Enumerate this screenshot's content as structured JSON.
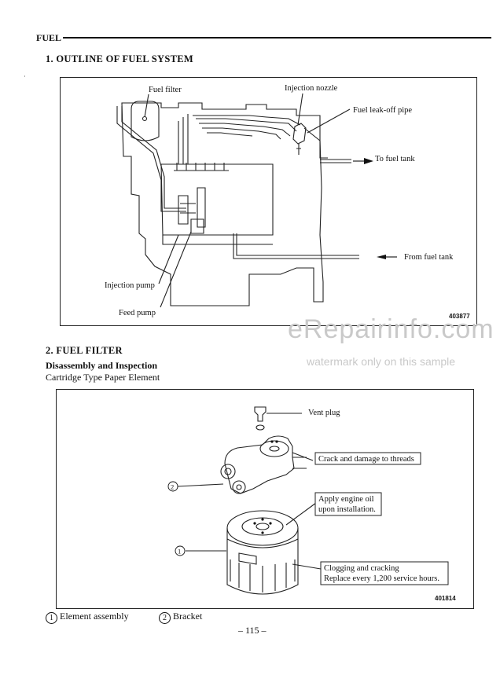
{
  "header": {
    "section": "FUEL"
  },
  "section1": {
    "title": "1.  OUTLINE OF FUEL SYSTEM",
    "labels": {
      "fuel_filter": "Fuel filter",
      "injection_nozzle": "Injection nozzle",
      "fuel_leak_off_pipe": "Fuel leak-off pipe",
      "to_fuel_tank": "To fuel tank",
      "from_fuel_tank": "From fuel tank",
      "injection_pump": "Injection pump",
      "feed_pump": "Feed pump"
    },
    "figure_number": "403877"
  },
  "section2": {
    "title": "2.  FUEL FILTER",
    "subtitle": "Disassembly and Inspection",
    "subtitle2": "Cartridge Type Paper Element",
    "labels": {
      "vent_plug": "Vent plug",
      "crack_damage": "Crack and damage to threads",
      "apply_oil_1": "Apply engine oil",
      "apply_oil_2": "upon installation.",
      "clogging_1": "Clogging and cracking",
      "clogging_2": "Replace every 1,200 service hours.",
      "callout_2": "2",
      "callout_1": "1"
    },
    "figure_number": "401814"
  },
  "captions": [
    {
      "num": "1",
      "text": "Element assembly"
    },
    {
      "num": "2",
      "text": "Bracket"
    }
  ],
  "page_number": "– 115 –",
  "watermark": {
    "main": "eRepairinfo.com",
    "sub": "watermark only on this sample"
  }
}
